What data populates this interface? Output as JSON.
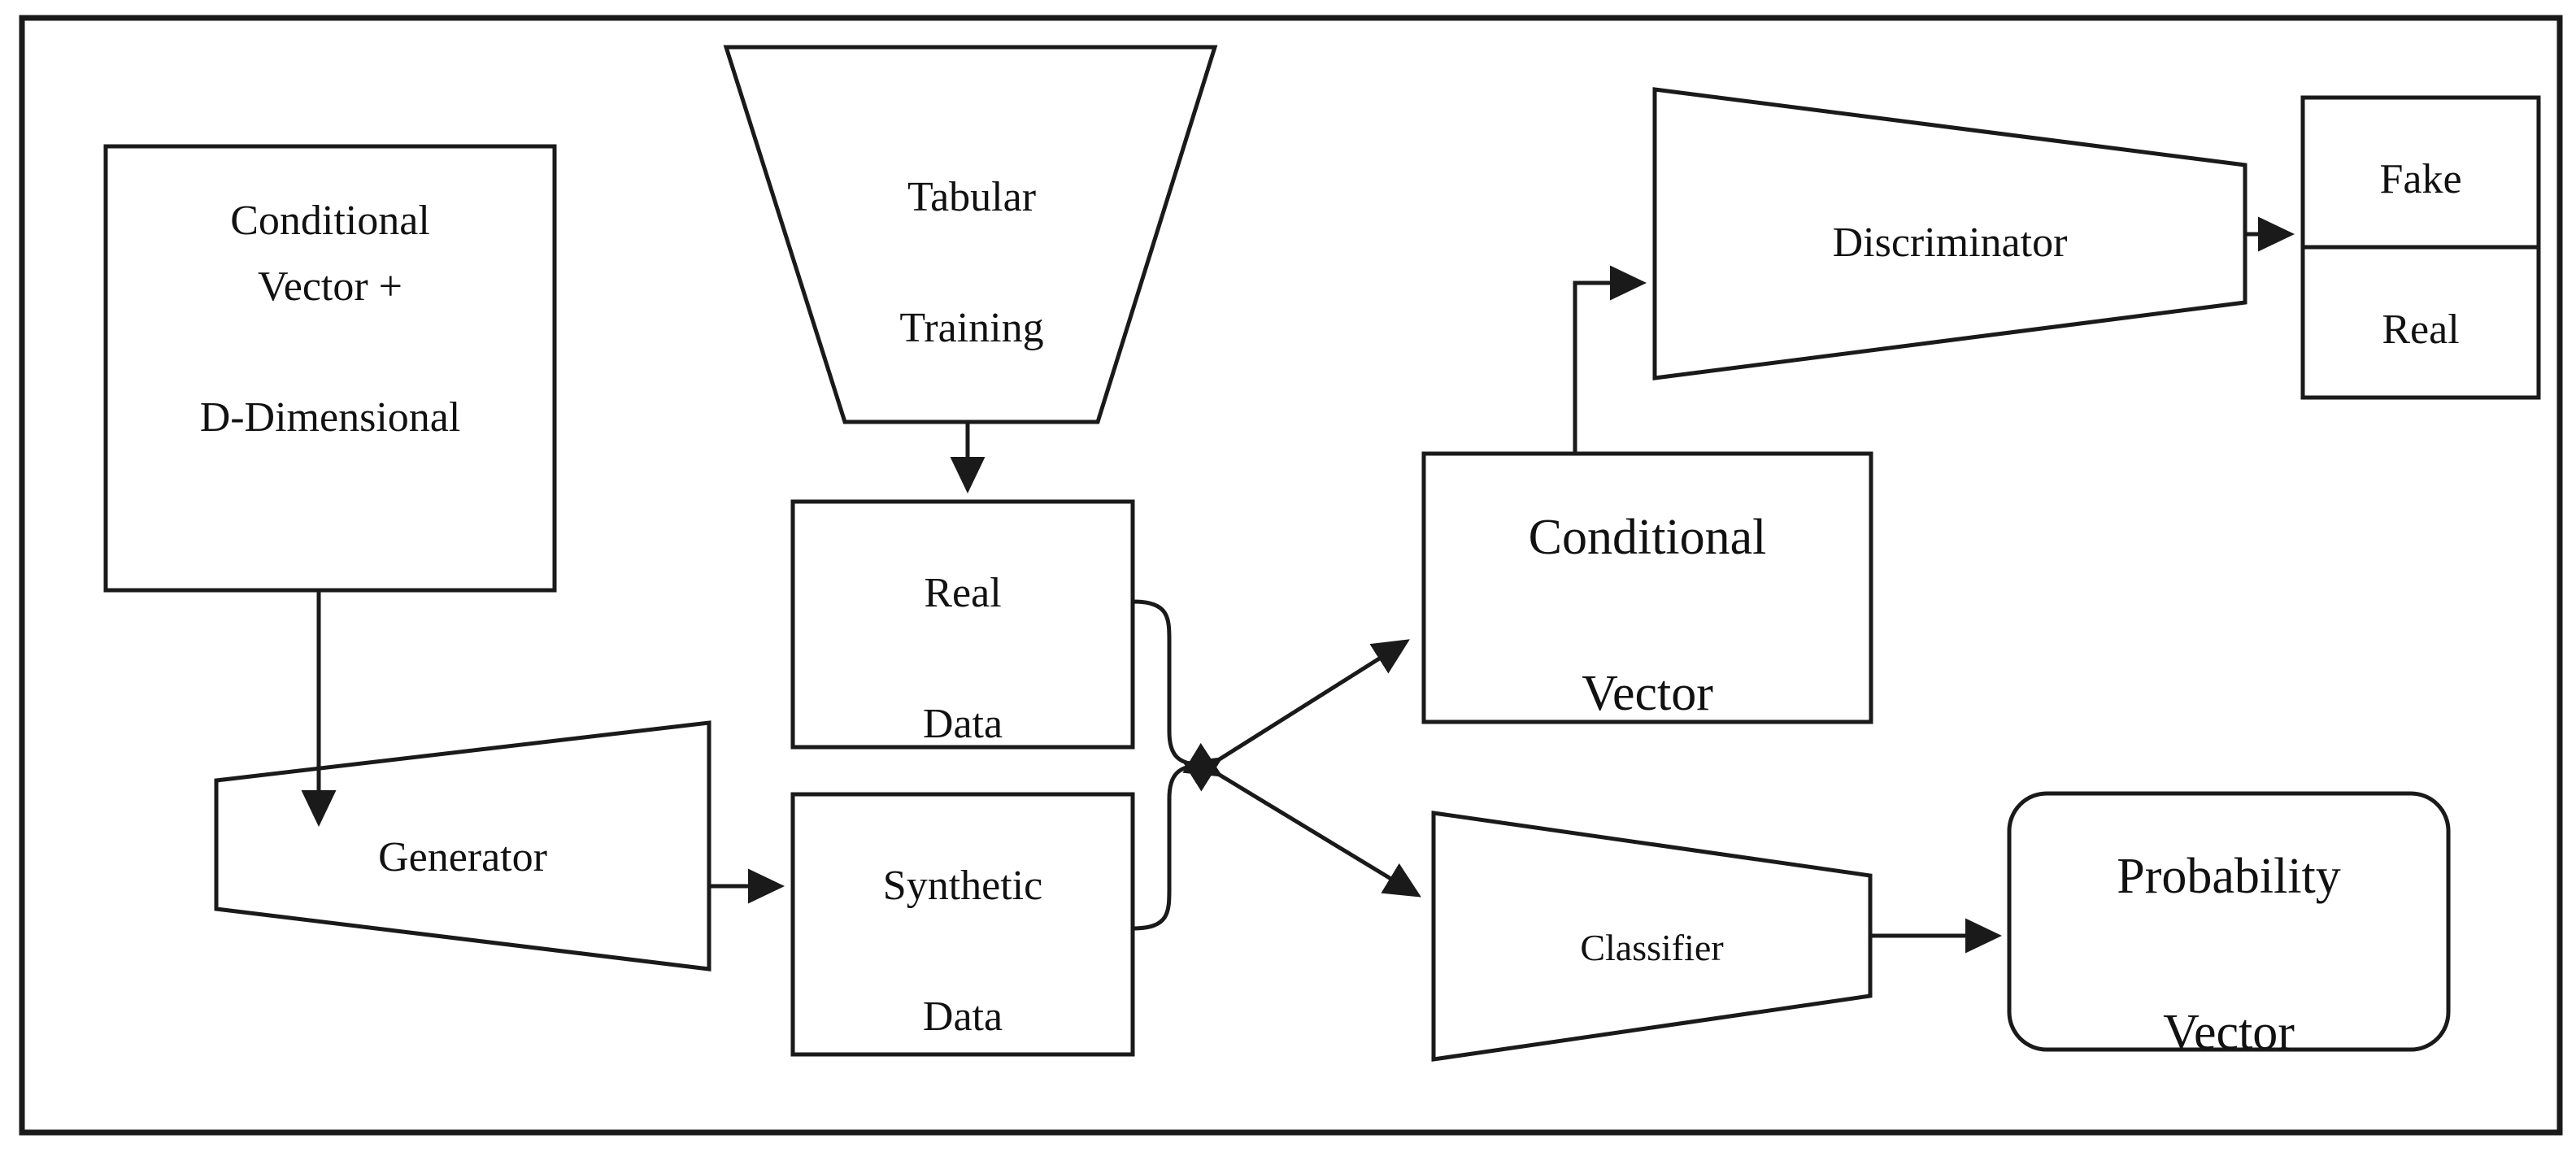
{
  "diagram": {
    "title": "Conditional Tabular GAN architecture",
    "type": "flow-diagram",
    "stroke_color": "#1a1a1a",
    "background_color": "#ffffff",
    "border": {
      "present": true,
      "color": "#1a1a1a"
    },
    "nodes": [
      {
        "id": "conditional-vector-input",
        "label": "Conditional\nVector +\n\nD-Dimensional",
        "shape": "rectangle"
      },
      {
        "id": "tabular-training",
        "label": "Tabular\n\nTraining",
        "shape": "trapezoid-down"
      },
      {
        "id": "real-data",
        "label": "Real\n\nData",
        "shape": "rectangle"
      },
      {
        "id": "synthetic-data",
        "label": "Synthetic\n\nData",
        "shape": "rectangle"
      },
      {
        "id": "generator",
        "label": "Generator",
        "shape": "trapezoid-right"
      },
      {
        "id": "discriminator",
        "label": "Discriminator",
        "shape": "trapezoid-right"
      },
      {
        "id": "conditional-vector",
        "label": "Conditional\n\nVector",
        "shape": "rectangle"
      },
      {
        "id": "classifier",
        "label": "Classifier",
        "shape": "trapezoid-right"
      },
      {
        "id": "probability-vector",
        "label": "Probability\n\nVector",
        "shape": "rounded-rectangle"
      },
      {
        "id": "fake",
        "label": "Fake",
        "shape": "rectangle"
      },
      {
        "id": "real",
        "label": "Real",
        "shape": "rectangle"
      }
    ],
    "edges": [
      {
        "from": "conditional-vector-input",
        "to": "generator",
        "style": "arrow-down"
      },
      {
        "from": "tabular-training",
        "to": "real-data",
        "style": "arrow-down"
      },
      {
        "from": "generator",
        "to": "synthetic-data",
        "style": "arrow-right"
      },
      {
        "from": "data-junction",
        "to": "conditional-vector",
        "style": "double-arrow"
      },
      {
        "from": "data-junction",
        "to": "classifier",
        "style": "double-arrow"
      },
      {
        "from": "conditional-vector",
        "to": "discriminator",
        "style": "elbow-arrow-up"
      },
      {
        "from": "discriminator",
        "to": "fake",
        "style": "arrow-right"
      },
      {
        "from": "classifier",
        "to": "probability-vector",
        "style": "arrow-right"
      },
      {
        "from": "real-data",
        "to": "data-junction",
        "style": "brace"
      },
      {
        "from": "synthetic-data",
        "to": "data-junction",
        "style": "brace"
      }
    ]
  },
  "labels": {
    "conditional_vector_input": "Conditional\nVector +\n\nD-Dimensional",
    "tabular_training": "Tabular\n\nTraining",
    "real_data": "Real\n\nData",
    "synthetic_data": "Synthetic\n\nData",
    "generator": "Generator",
    "discriminator": "Discriminator",
    "conditional_vector": "Conditional\n\nVector",
    "classifier": "Classifier",
    "probability_vector": "Probability\n\nVector",
    "fake": "Fake",
    "real": "Real"
  }
}
